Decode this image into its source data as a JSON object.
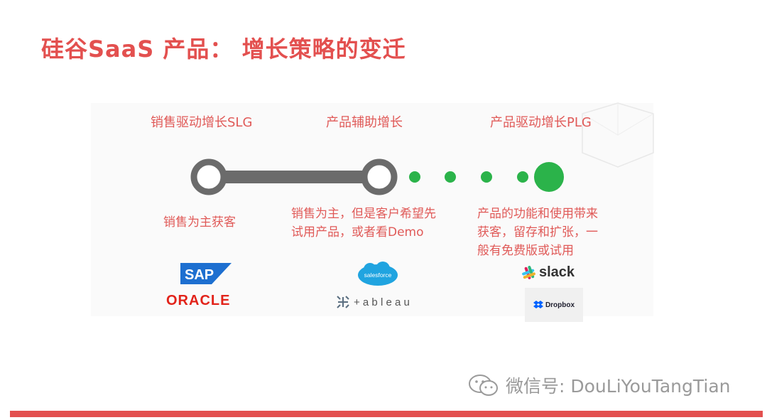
{
  "title": "硅谷SaaS 产品： 增长策略的变迁",
  "stages": [
    {
      "label": "销售驱动增长SLG",
      "description": [
        "销售为主获客"
      ],
      "logos": [
        "SAP",
        "ORACLE"
      ]
    },
    {
      "label": "产品辅助增长",
      "description": [
        "销售为主，但是客户希望先",
        "试用产品，或者看Demo"
      ],
      "logos": [
        "salesforce",
        "+ a b l e a u"
      ]
    },
    {
      "label": "产品驱动增长PLG",
      "description": [
        "产品的功能和使用带来",
        "获客，留存和扩张，一",
        "般有免费版或试用"
      ],
      "logos": [
        "slack",
        "Dropbox"
      ]
    }
  ],
  "colors": {
    "accent": "#e3504f",
    "text_red": "#e05a58",
    "timeline_gray": "#6b6b6b",
    "dot_green": "#2bb34a"
  },
  "watermark": "微信号: DouLiYouTangTian"
}
